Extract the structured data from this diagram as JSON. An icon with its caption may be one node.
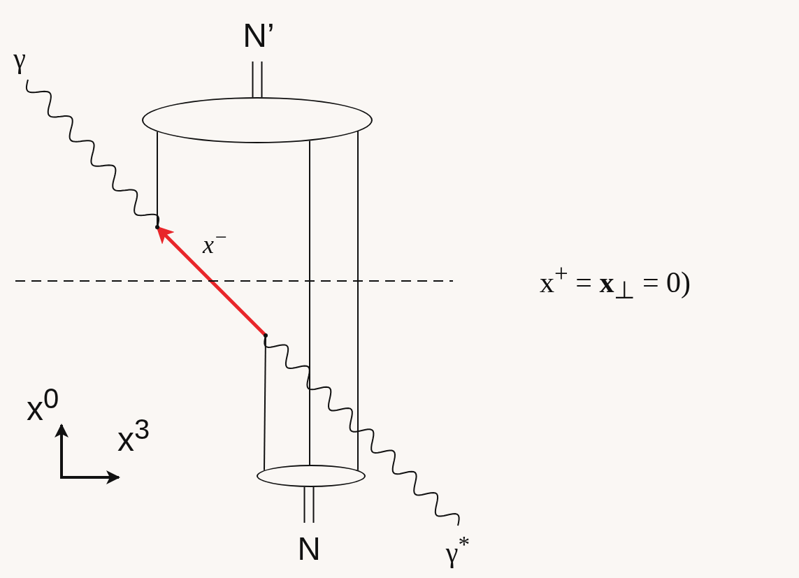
{
  "diagram": {
    "nodes": [
      {
        "text": [
          "N’"
        ]
      },
      {
        "text": [],
        "shape": "ellipse"
      },
      {
        "text": [
          "γ"
        ]
      },
      {
        "text": [],
        "shape": "point"
      },
      {
        "text": [],
        "shape": "point"
      },
      {
        "text": [],
        "shape": "ellipse"
      },
      {
        "text": [
          "N"
        ]
      },
      {
        "text": [
          "γ$^{*}$"
        ]
      }
    ],
    "edges": [
      {
        "from": 0,
        "to": 1,
        "arrow": "none"
      },
      {
        "from": 2,
        "to": 3,
        "arrow": "none"
      },
      {
        "from": 1,
        "to": 3,
        "arrow": "none"
      },
      {
        "from": 1,
        "to": 5,
        "arrow": "none"
      },
      {
        "from": 1,
        "to": 5,
        "arrow": "none"
      },
      {
        "from": 4,
        "to": 3,
        "arrow": "to",
        "label": "x$^{−}$",
        "style": "thick",
        "color": "#e8262a"
      },
      {
        "from": 4,
        "to": 5,
        "arrow": "none"
      },
      {
        "from": 4,
        "to": 7,
        "arrow": "none"
      },
      {
        "from": 5,
        "to": 6,
        "arrow": "none"
      }
    ],
    "labels": [
      "x$^{+}$ = **x**$_{⊥}$ = 0)",
      "x$^{0}$",
      "x$^{3}$"
    ]
  }
}
